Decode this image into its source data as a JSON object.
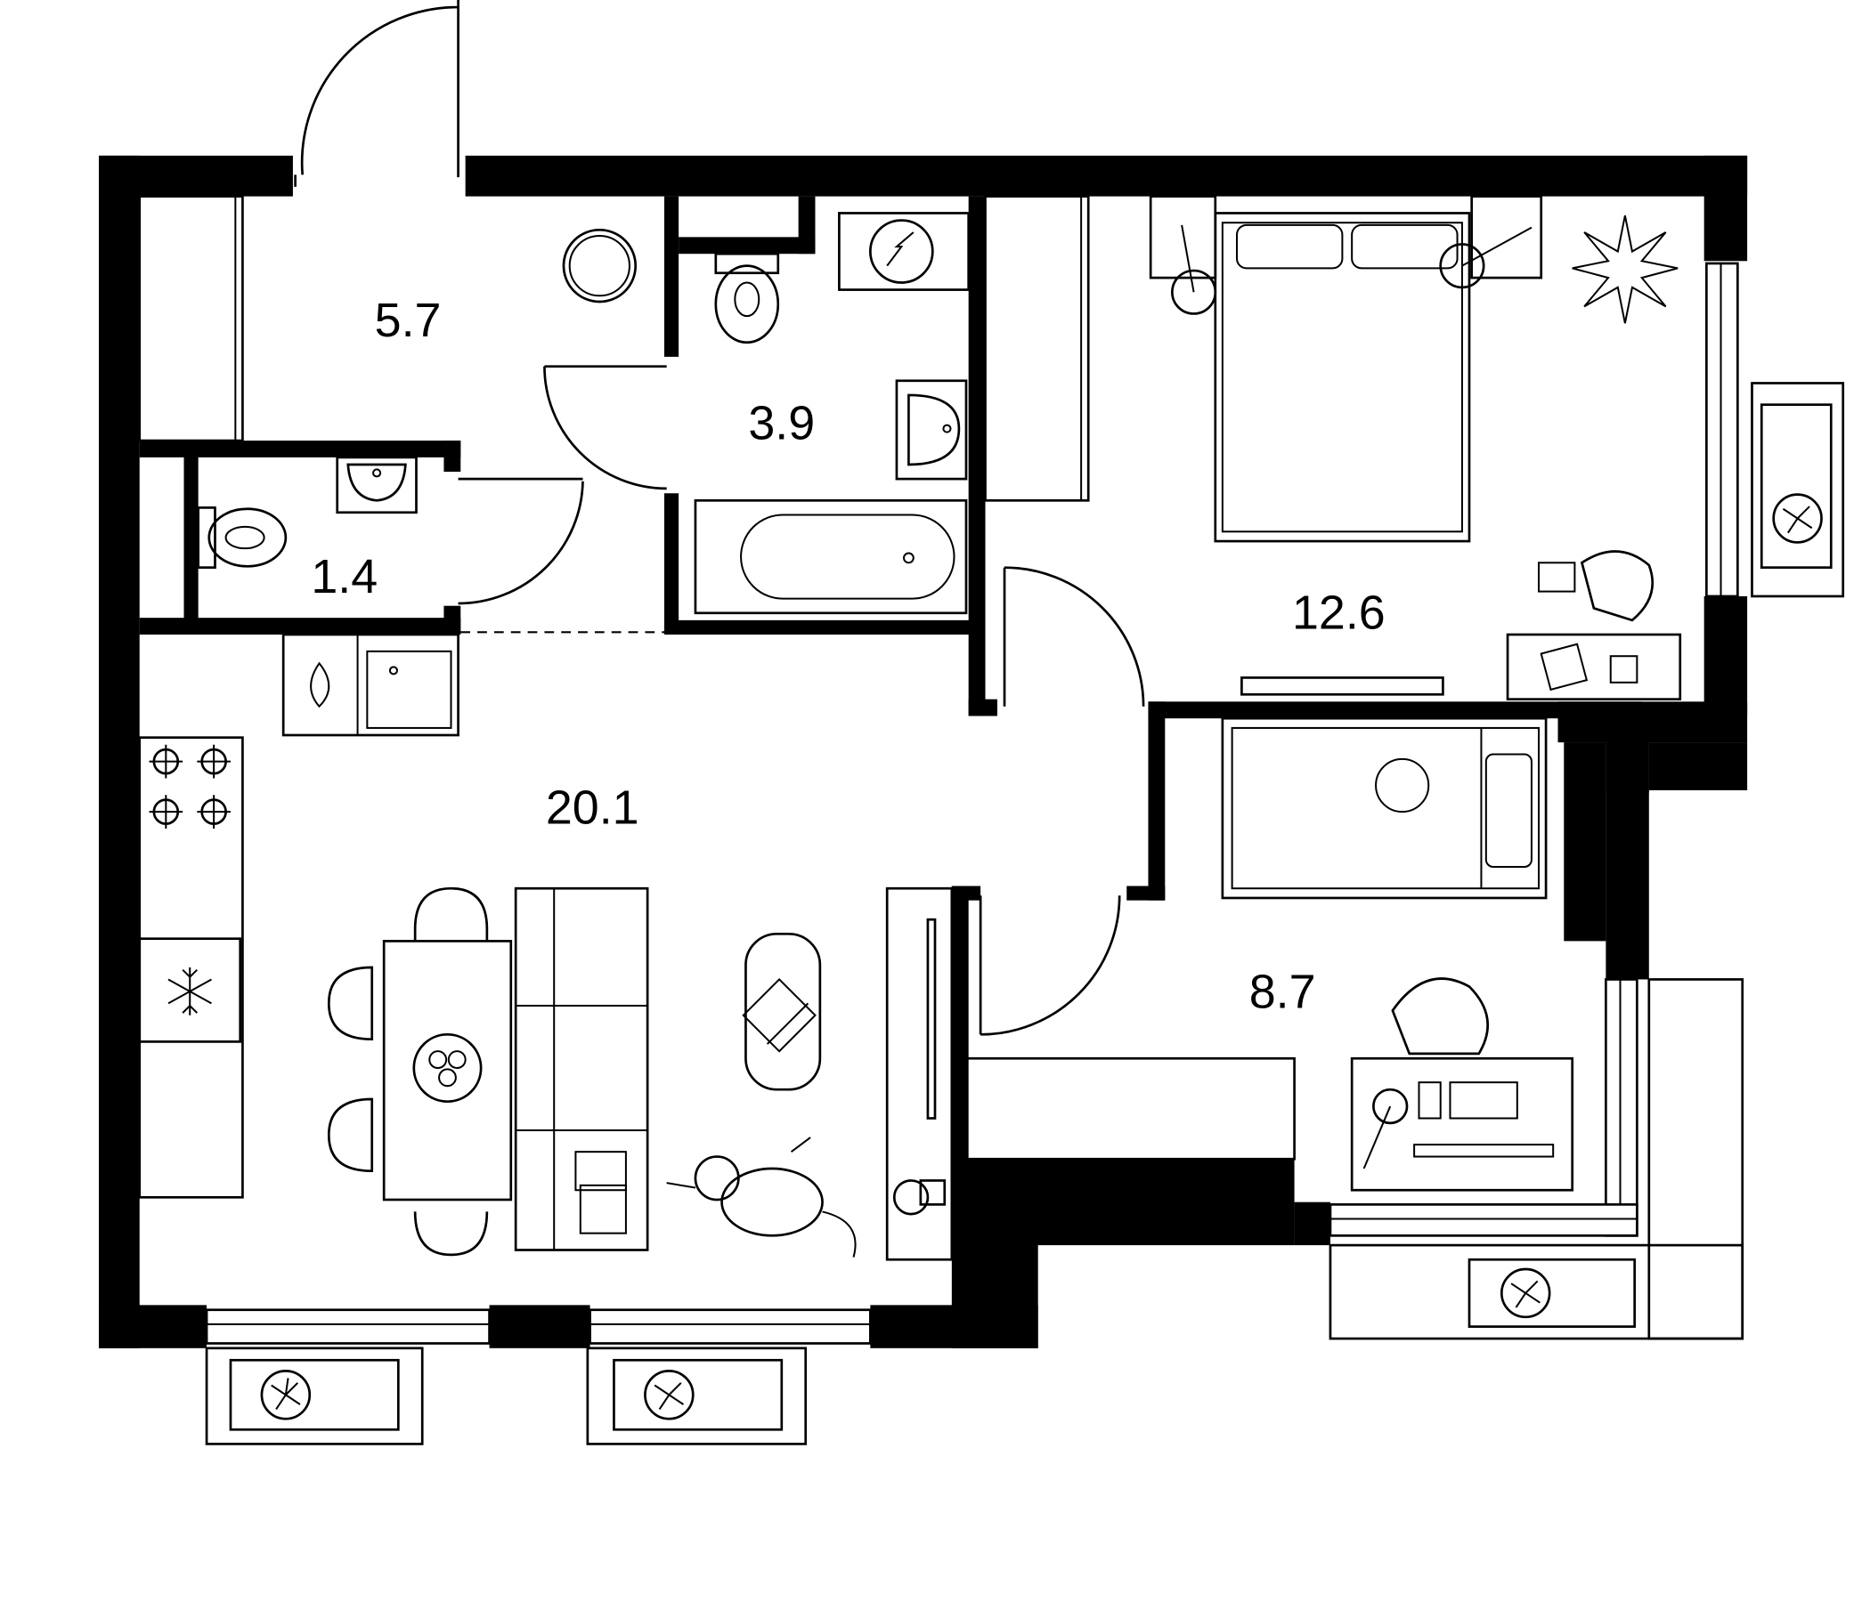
{
  "rooms": [
    {
      "id": "hall",
      "area": "5.7"
    },
    {
      "id": "bathroom",
      "area": "3.9"
    },
    {
      "id": "wc",
      "area": "1.4"
    },
    {
      "id": "kitchen-living",
      "area": "20.1"
    },
    {
      "id": "bedroom",
      "area": "12.6"
    },
    {
      "id": "kids-room",
      "area": "8.7"
    }
  ],
  "colors": {
    "wall": "#000000",
    "line": "#000000",
    "background": "#ffffff"
  }
}
